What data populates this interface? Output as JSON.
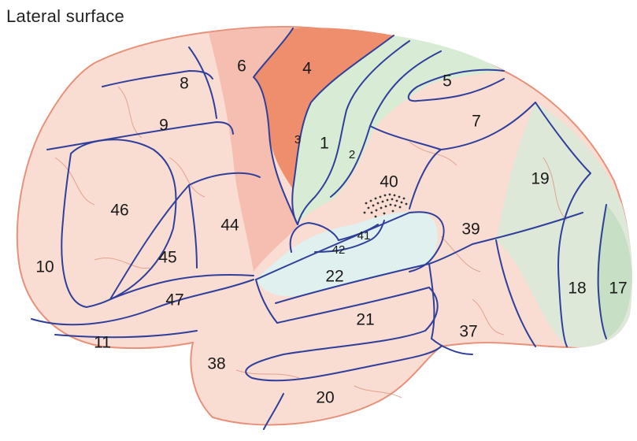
{
  "title": "Lateral surface",
  "colors": {
    "cortex": "#f9dcd2",
    "outline": "#e8917a",
    "area6": "#f4b8ac",
    "area4": "#ee8e6c",
    "somatosensory": "#d8ebd5",
    "temporal_sup": "#dff0ee",
    "visual": "#dde8d8",
    "area17": "#c7dfc4",
    "border": "#2f3f9a"
  },
  "areas": {
    "a1": "1",
    "a2": "2",
    "a3": "3",
    "a4": "4",
    "a5": "5",
    "a6": "6",
    "a7": "7",
    "a8": "8",
    "a9": "9",
    "a10": "10",
    "a11": "11",
    "a17": "17",
    "a18": "18",
    "a19": "19",
    "a20": "20",
    "a21": "21",
    "a22": "22",
    "a37": "37",
    "a38": "38",
    "a39": "39",
    "a40": "40",
    "a41": "41",
    "a42": "42",
    "a44": "44",
    "a45": "45",
    "a46": "46",
    "a47": "47"
  }
}
